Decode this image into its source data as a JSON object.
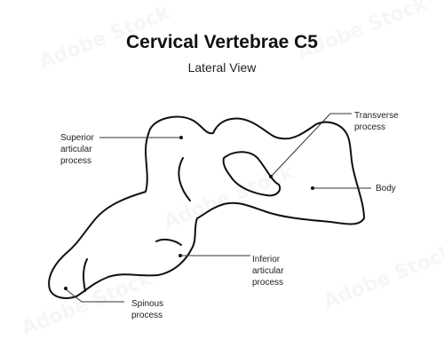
{
  "title": "Cervical Vertebrae C5",
  "subtitle": "Lateral View",
  "labels": {
    "superior_articular": "Superior\narticular\nprocess",
    "transverse": "Transverse\nprocess",
    "body": "Body",
    "inferior_articular": "Inferior\narticular\nprocess",
    "spinous": "Spinous\nprocess"
  },
  "watermark": {
    "text": "Adobe Stock",
    "id": "#969414325"
  },
  "colors": {
    "outline": "#111111",
    "background": "#ffffff",
    "text": "#222222"
  }
}
